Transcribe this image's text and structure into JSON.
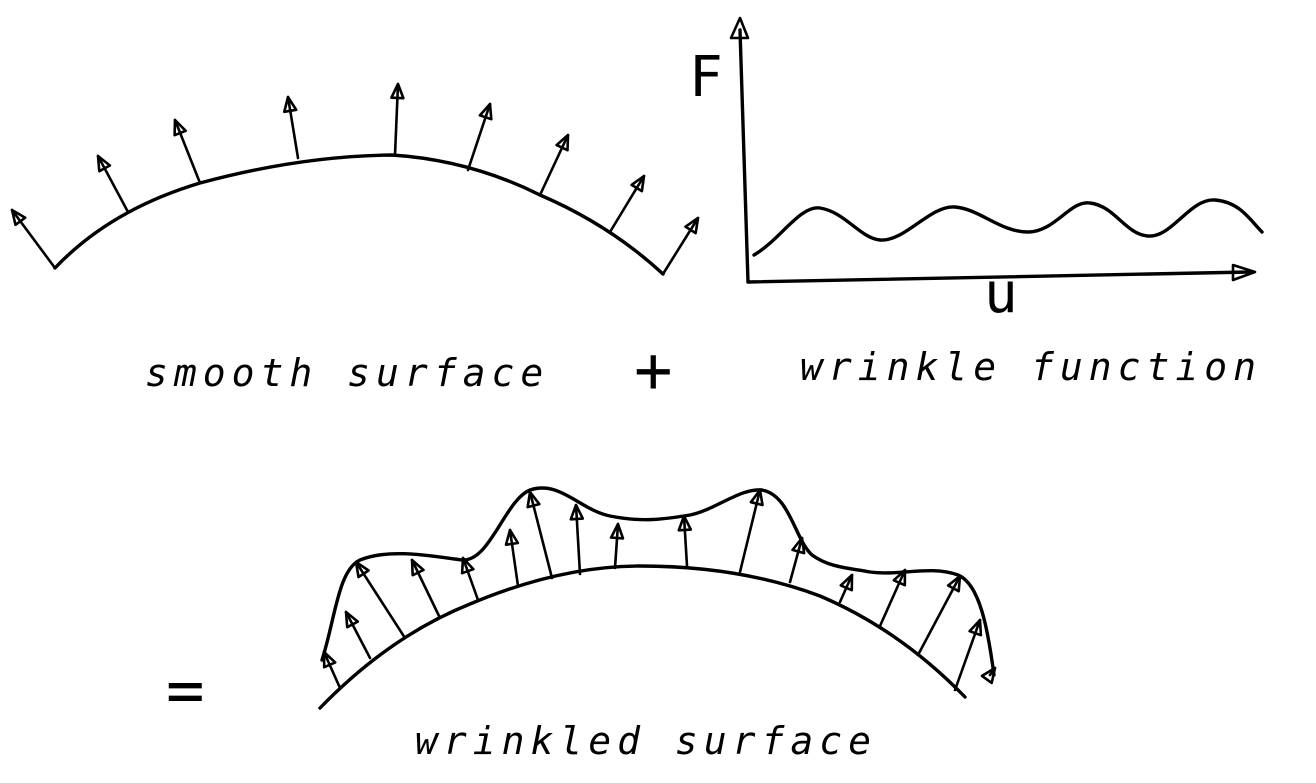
{
  "labels": {
    "smooth": "smooth surface",
    "plus": "+",
    "wrinkle_function": "wrinkle function",
    "equals": "=",
    "wrinkled": "wrinkled surface"
  },
  "axes": {
    "y": "F",
    "x": "u"
  },
  "ink_color": "#000000"
}
